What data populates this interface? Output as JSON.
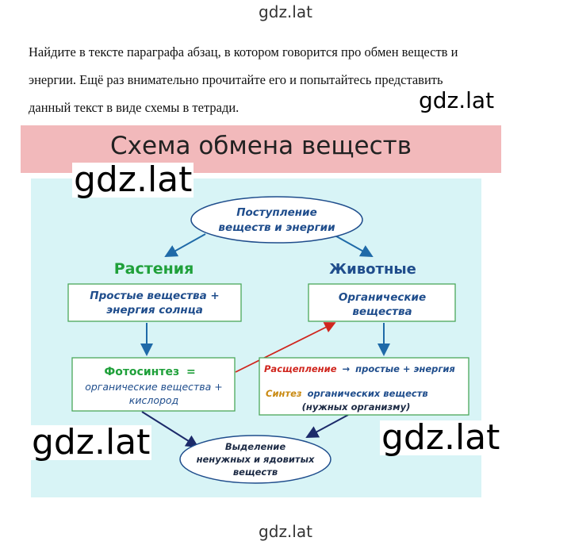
{
  "site": {
    "top_label": "gdz.lat",
    "bottom_label": "gdz.lat"
  },
  "task": {
    "lines": [
      "Найдите в тексте параграфа абзац, в котором говорится про обмен веществ и",
      "энергии. Ещё раз внимательно прочитайте его и попытайтесь представить",
      "данный текст в виде схемы в тетради."
    ]
  },
  "watermarks": [
    "gdz.lat",
    "gdz.lat",
    "gdz.lat",
    "gdz.lat"
  ],
  "diagram": {
    "title": "Схема обмена веществ",
    "intake": {
      "line1": "Поступление",
      "line2": "веществ и энергии"
    },
    "plants": "Растения",
    "animals": "Животные",
    "simple": {
      "line1": "Простые вещества +",
      "line2": "энергия солнца"
    },
    "organic": {
      "line1": "Органические",
      "line2": "вещества"
    },
    "photo": {
      "word": "Фотосинтез",
      "eq": "=",
      "line2": "органические вещества +",
      "line3": "кислород"
    },
    "split": {
      "word": "Расщепление",
      "arrow": "→",
      "rest": "простые + энергия"
    },
    "synth": {
      "word": "Синтез",
      "rest": "органических веществ",
      "line2": "(нужных организму)"
    },
    "excrete": {
      "line1": "Выделение",
      "line2": "ненужных и ядовитых",
      "line3": "веществ"
    },
    "colors": {
      "panel": "#d8f4f6",
      "title_bar": "#f2b9bb",
      "green": "#1fa03a",
      "blue": "#1f4d8c",
      "red": "#d0261e",
      "orange": "#c98a12"
    }
  }
}
